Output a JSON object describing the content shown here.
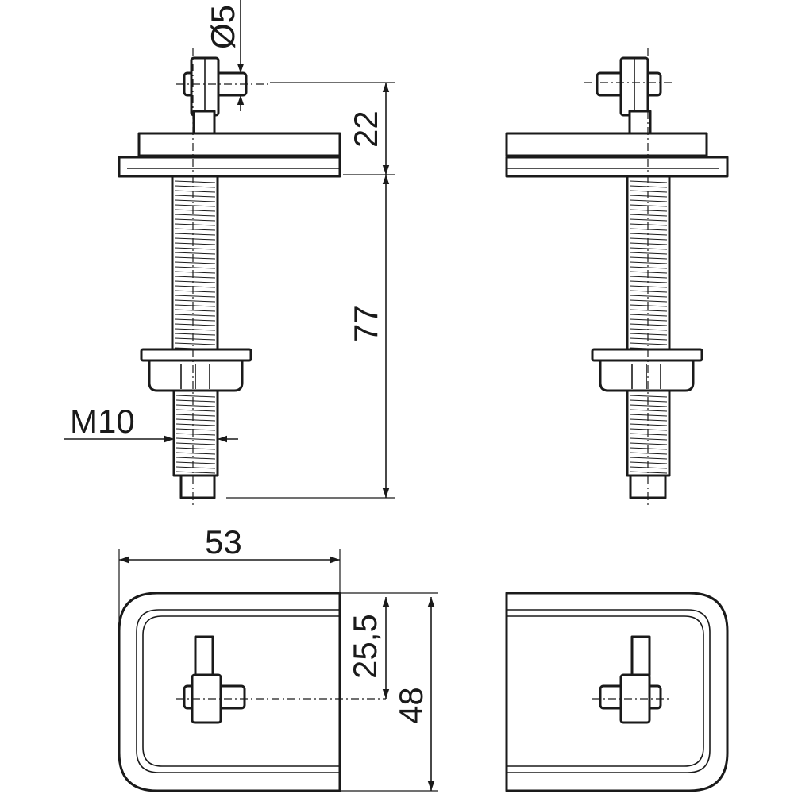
{
  "dimensions": {
    "pin_diameter": "Ø5",
    "flange_height": "22",
    "bolt_length": "77",
    "thread": "M10",
    "width": "53",
    "hole_offset": "25,5",
    "depth": "48"
  }
}
